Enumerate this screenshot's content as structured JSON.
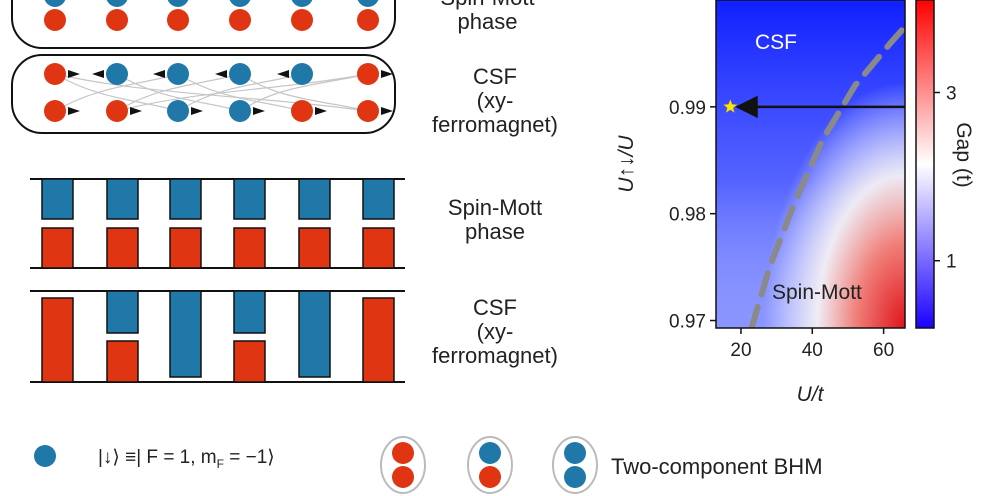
{
  "labels": {
    "spin_mott_top": [
      "Spin-Mott",
      "phase"
    ],
    "csf_top": [
      "CSF",
      "(xy-",
      "ferromagnet)"
    ],
    "spin_mott_bottom": [
      "Spin-Mott",
      "phase"
    ],
    "csf_bottom": [
      "CSF",
      "(xy-",
      "ferromagnet)"
    ]
  },
  "colors": {
    "blue": "#1f78a8",
    "red": "#e03512",
    "dash": "#8a8a8a",
    "star": "#ffe600"
  },
  "heatmap": {
    "region_csf": "CSF",
    "region_spin_mott": "Spin-Mott",
    "x_label": "U/t",
    "y_label": "U↑↓/U",
    "x_ticks": [
      "20",
      "40",
      "60"
    ],
    "y_ticks": [
      "0.99",
      "0.98",
      "0.97"
    ],
    "colorbar_label": "Gap (t)",
    "colorbar_ticks": [
      "3",
      "1"
    ]
  },
  "chart_data": {
    "type": "heatmap",
    "xlabel": "U/t",
    "ylabel": "U↑↓/U",
    "x_ticks": [
      20,
      40,
      60
    ],
    "y_ticks": [
      0.97,
      0.98,
      0.99
    ],
    "xlim": [
      13,
      66
    ],
    "ylim": [
      0.9693,
      1.0
    ],
    "colorbar": {
      "label": "Gap (t)",
      "ticks": [
        1,
        3
      ],
      "range": [
        0.2,
        4.1
      ],
      "colormap": "blue-white-red"
    },
    "phases": [
      "CSF",
      "Spin-Mott"
    ],
    "boundary_dashed": [
      [
        23,
        0.9693
      ],
      [
        28,
        0.975
      ],
      [
        35,
        0.981
      ],
      [
        43,
        0.987
      ],
      [
        52,
        0.992
      ],
      [
        62,
        0.996
      ],
      [
        66,
        0.9975
      ]
    ],
    "marker_star": {
      "x": 17,
      "y": 0.99
    },
    "arrow": {
      "from": [
        66,
        0.99
      ],
      "to": [
        17,
        0.99
      ]
    }
  },
  "legend": {
    "down_state": "|↓⟩ ≡| F = 1, m",
    "down_state_sub": "F",
    "down_state_end": " = −1⟩",
    "bhm": "Two-component BHM"
  }
}
